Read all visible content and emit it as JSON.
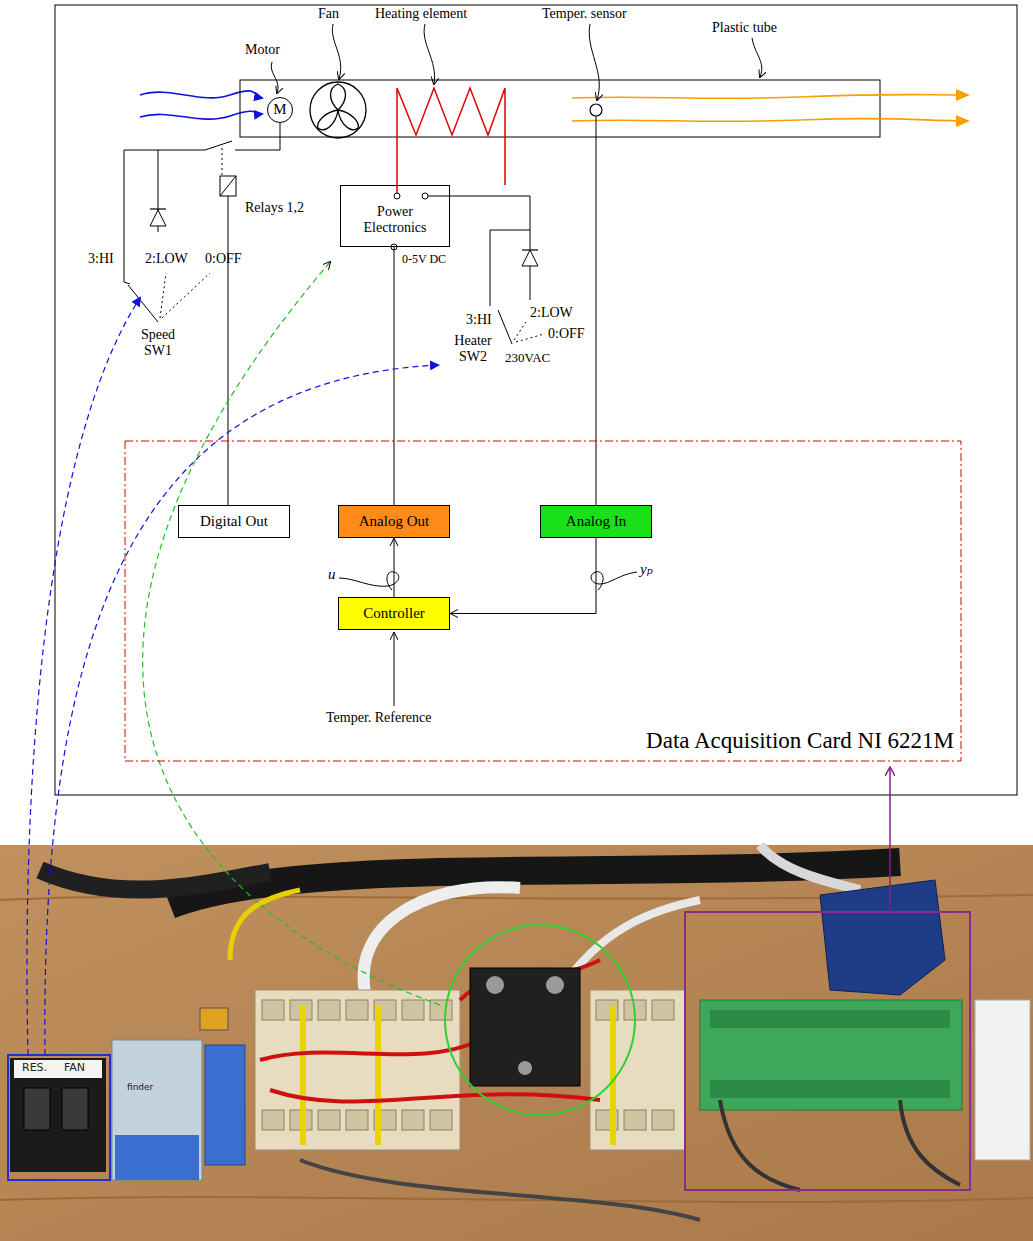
{
  "diagram": {
    "nodes": [
      {
        "text": [
          "M"
        ]
      },
      {
        "text": [
          "Power Electronics"
        ]
      },
      {
        "text": [
          "Data Acquisition Card NI 6221M"
        ]
      },
      {
        "text": [
          "Digital Out"
        ],
        "in": 2
      },
      {
        "text": [
          "Analog Out"
        ],
        "in": 2
      },
      {
        "text": [
          "Analog In"
        ],
        "in": 2
      },
      {
        "text": [
          "Controller"
        ],
        "in": 2
      }
    ],
    "edges": [
      {
        "from": 4,
        "to": 1,
        "arrow": "none"
      },
      {
        "from": 6,
        "to": 4,
        "arrow": "to"
      },
      {
        "from": 5,
        "to": 6,
        "arrow": "to"
      }
    ],
    "labels": [
      "Motor",
      "Fan",
      "Heating element",
      "Temper. sensor",
      "Plastic tube",
      "Relays 1,2",
      "3:HI",
      "2:LOW",
      "0:OFF",
      "Speed SW1",
      "0-5V DC",
      "3:HI",
      "2:LOW",
      "0:OFF",
      "Heater SW2",
      "230VAC",
      "u",
      "yₚ",
      "Temper. Reference",
      "RES.",
      "FAN",
      "finder"
    ]
  }
}
